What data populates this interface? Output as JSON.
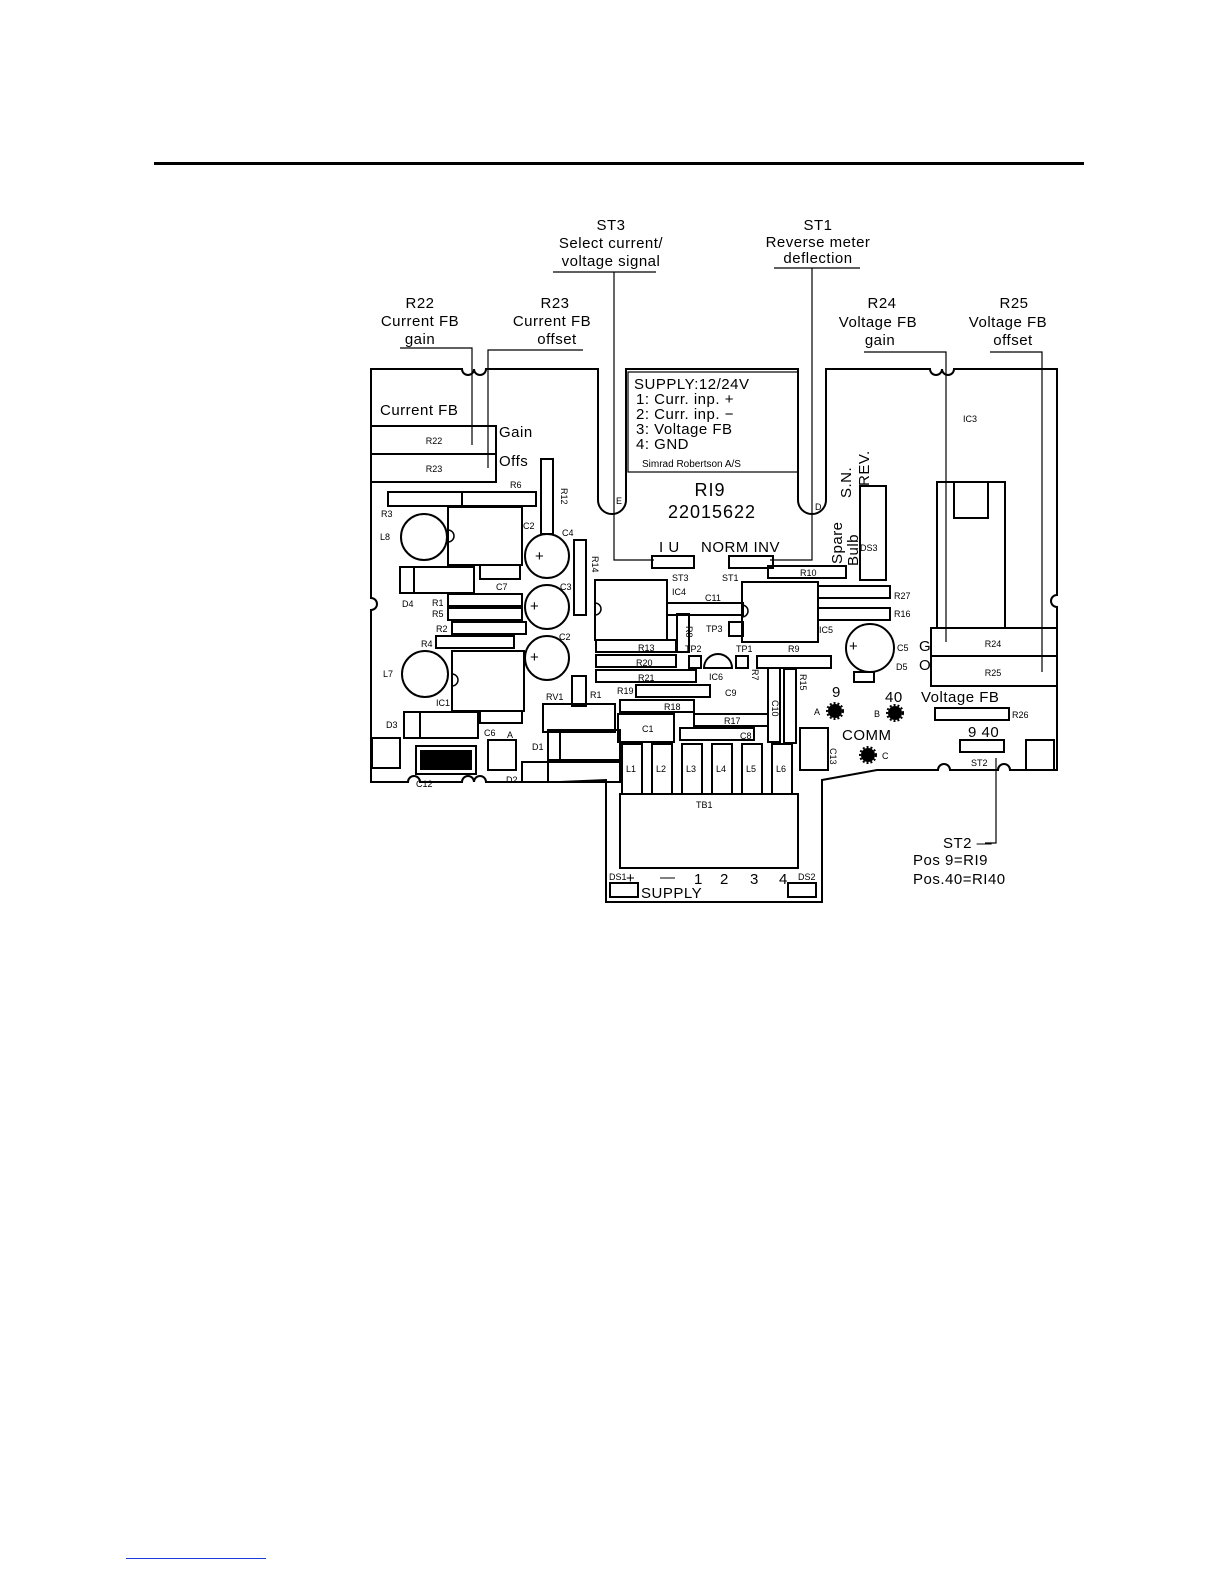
{
  "callouts": {
    "st3": {
      "ref": "ST3",
      "line1": "Select current/",
      "line2": "voltage signal"
    },
    "st1": {
      "ref": "ST1",
      "line1": "Reverse meter",
      "line2": "deflection"
    },
    "r22": {
      "ref": "R22",
      "line1": "Current FB",
      "line2": "gain"
    },
    "r23": {
      "ref": "R23",
      "line1": "Current FB",
      "line2": "offset"
    },
    "r24": {
      "ref": "R24",
      "line1": "Voltage FB",
      "line2": "gain"
    },
    "r25": {
      "ref": "R25",
      "line1": "Voltage FB",
      "line2": "offset"
    },
    "st2": {
      "ref": "ST2 —",
      "line1": "Pos 9=RI9",
      "line2": "Pos.40=RI40"
    }
  },
  "label_box": {
    "supply": "SUPPLY:12/24V",
    "pins": [
      "1:  Curr. inp.  +",
      "2:  Curr. inp.  −",
      "3:  Voltage  FB",
      "4:  GND"
    ],
    "maker": "Simrad Robertson A/S",
    "model": "RI9",
    "part_no": "22015622"
  },
  "board_text": {
    "current_fb": "Current FB",
    "gain": "Gain",
    "offs": "Offs",
    "voltage_fb": "Voltage FB",
    "sn": "S.N.",
    "rev": "REV.",
    "spare": "Spare",
    "bulb": "Bulb",
    "i_u": "I  U",
    "norm_inv": "NORM INV",
    "comm": "COMM",
    "pos_9": "9",
    "pos_40": "40",
    "st2_9_40": "9 40",
    "supply": "SUPPLY",
    "terminals": [
      "+",
      "—",
      "1",
      "2",
      "3",
      "4"
    ],
    "notch_e": "E",
    "notch_d": "D",
    "g": "G",
    "o": "O",
    "pad_a": "A",
    "pad_b": "B",
    "pad_c": "C",
    "plus": "+"
  },
  "components": {
    "R22": "R22",
    "R23": "R23",
    "R24": "R24",
    "R25": "R25",
    "R6": "R6",
    "R12": "R12",
    "R3": "R3",
    "L8": "L8",
    "C2": "C2",
    "C4": "C4",
    "R14": "R14",
    "C7": "C7",
    "C3": "C3",
    "D4": "D4",
    "R1a": "R1",
    "R5": "R5",
    "R2": "R2",
    "R4": "R4",
    "C2b": "C2",
    "L7": "L7",
    "IC1": "IC1",
    "RV1": "RV1",
    "R1b": "R1",
    "D3": "D3",
    "C6": "C6",
    "D1": "D1",
    "D2": "D2",
    "C12": "C12",
    "IC3": "IC3",
    "IC4": "IC4",
    "C11": "C11",
    "R8": "R8",
    "TP3": "TP3",
    "IC5": "IC5",
    "R13": "R13",
    "R20": "R20",
    "R21": "R21",
    "TP2": "TP2",
    "TP1": "TP1",
    "R7": "R7",
    "IC6": "IC6",
    "R9": "R9",
    "R15": "R15",
    "R19": "R19",
    "C9": "C9",
    "R18": "R18",
    "R17": "R17",
    "C1": "C1",
    "C10": "C10",
    "C8": "C8",
    "C13": "C13",
    "ST3": "ST3",
    "ST1": "ST1",
    "R10": "R10",
    "DS3": "DS3",
    "R27": "R27",
    "R16": "R16",
    "C5": "C5",
    "D5": "D5",
    "R26": "R26",
    "ST2": "ST2",
    "TB1": "TB1",
    "L1": "L1",
    "L2": "L2",
    "L3": "L3",
    "L4": "L4",
    "L5": "L5",
    "L6": "L6",
    "DS1": "DS1",
    "DS2": "DS2"
  },
  "colors": {
    "ink": "#000000",
    "paper": "#ffffff",
    "footnote_rule": "#1a3bd6"
  }
}
